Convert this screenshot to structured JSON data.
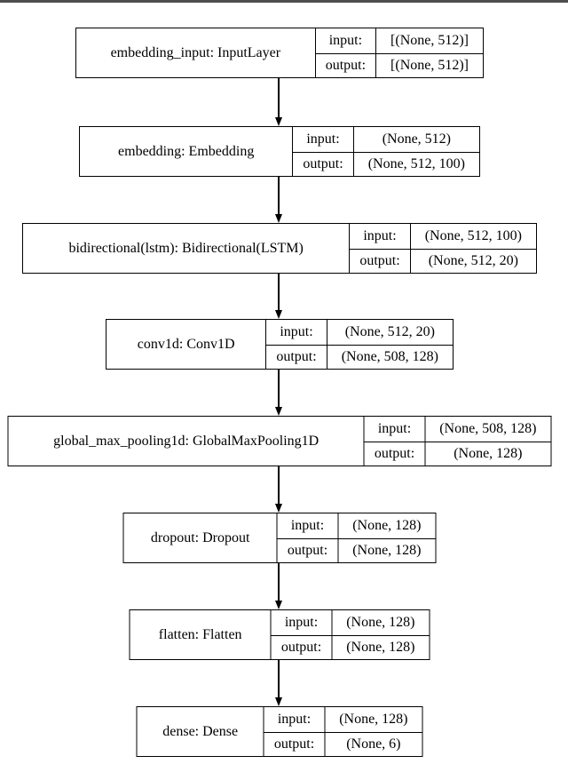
{
  "labels": {
    "input": "input:",
    "output": "output:"
  },
  "layers": [
    {
      "name": "embedding_input: InputLayer",
      "input_shape": "[(None, 512)]",
      "output_shape": "[(None, 512)]"
    },
    {
      "name": "embedding: Embedding",
      "input_shape": "(None, 512)",
      "output_shape": "(None, 512, 100)"
    },
    {
      "name": "bidirectional(lstm): Bidirectional(LSTM)",
      "input_shape": "(None, 512, 100)",
      "output_shape": "(None, 512, 20)"
    },
    {
      "name": "conv1d: Conv1D",
      "input_shape": "(None, 512, 20)",
      "output_shape": "(None, 508, 128)"
    },
    {
      "name": "global_max_pooling1d: GlobalMaxPooling1D",
      "input_shape": "(None, 508, 128)",
      "output_shape": "(None, 128)"
    },
    {
      "name": "dropout: Dropout",
      "input_shape": "(None, 128)",
      "output_shape": "(None, 128)"
    },
    {
      "name": "flatten: Flatten",
      "input_shape": "(None, 128)",
      "output_shape": "(None, 128)"
    },
    {
      "name": "dense: Dense",
      "input_shape": "(None, 128)",
      "output_shape": "(None, 6)"
    }
  ],
  "colors": {
    "background": "#ffffff",
    "border": "#000000",
    "text": "#000000",
    "top_rule": "#4d4d4d"
  }
}
